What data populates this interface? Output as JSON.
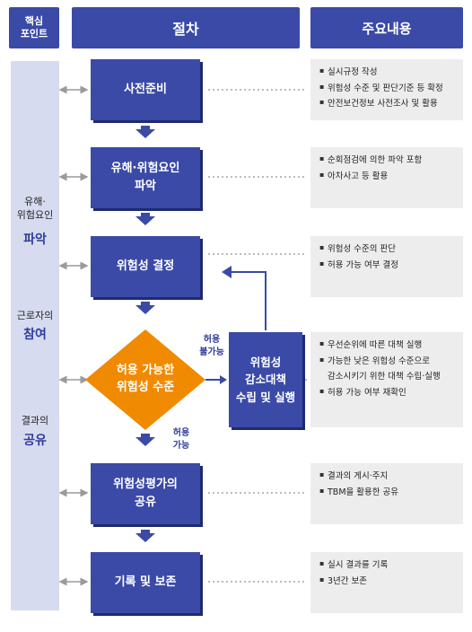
{
  "headers": {
    "key_point": "핵심\n포인트",
    "procedure": "절차",
    "main_content": "주요내용"
  },
  "left": {
    "item1_small": "유해·\n위험요인",
    "item1_strong": "파악",
    "item2_small": "근로자의",
    "item2_strong": "참여",
    "item3_small": "결과의",
    "item3_strong": "공유"
  },
  "steps": {
    "s1": "사전준비",
    "s2": "유해·위험요인\n파악",
    "s3": "위험성 결정",
    "decision": "허용 가능한\n위험성 수준",
    "reduce": "위험성\n감소대책\n수립 및 실행",
    "s4": "위험성평가의\n공유",
    "s5": "기록 및 보존"
  },
  "labels": {
    "not_allowed": "허용\n불가능",
    "allowed": "허용\n가능"
  },
  "content": {
    "c1": [
      "실시규정 작성",
      "위험성 수준 및 판단기준 등 확정",
      "안전보건정보 사전조사 및 활용"
    ],
    "c2": [
      "순회점검에 의한 파악 포함",
      "아차사고 등 활용"
    ],
    "c3": [
      "위험성 수준의 판단",
      "허용 가능 여부 결정"
    ],
    "c4": [
      "우선순위에 따른 대책 실행",
      "가능한 낮은 위험성 수준으로\n감소시키기 위한 대책 수립·실행",
      "허용 가능 여부 재확인"
    ],
    "c5": [
      "결과의 게시·주지",
      "TBM을 활용한 공유"
    ],
    "c6": [
      "실시 결과를 기록",
      "3년간 보존"
    ]
  },
  "colors": {
    "primary": "#3a4aa6",
    "diamond": "#f08a00",
    "left_bg": "#d7dbf0",
    "content_bg": "#ededed"
  }
}
